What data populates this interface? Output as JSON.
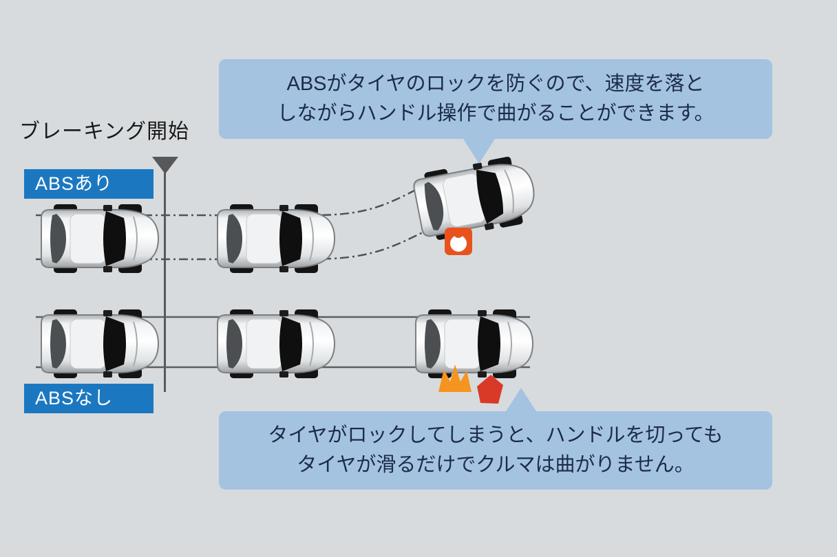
{
  "labels": {
    "braking_start": "ブレーキング開始",
    "abs_on": "ABSあり",
    "abs_off": "ABSなし"
  },
  "callouts": {
    "abs_on": {
      "line1": "ABSがタイヤのロックを防ぐので、速度を落と",
      "line2": "しながらハンドル操作で曲がることができます。"
    },
    "abs_off": {
      "line1": "タイヤがロックしてしまうと、ハンドルを切っても",
      "line2": "タイヤが滑るだけでクルマは曲がりません。"
    }
  },
  "icons": {
    "obstacle": "obstacle-icon",
    "skid_burst": "skid-burst-icon",
    "crash": "crash-icon",
    "braking_marker": "braking-start-marker-icon"
  },
  "colors": {
    "background": "#d8dbdd",
    "callout_bg": "#a4c3e1",
    "callout_text": "#1c2b49",
    "badge_bg": "#1b78c0",
    "badge_text": "#ffffff",
    "path_line": "#4f5254",
    "obstacle": "#e8521d",
    "burst": "#f5941e",
    "crash": "#d93a28"
  }
}
